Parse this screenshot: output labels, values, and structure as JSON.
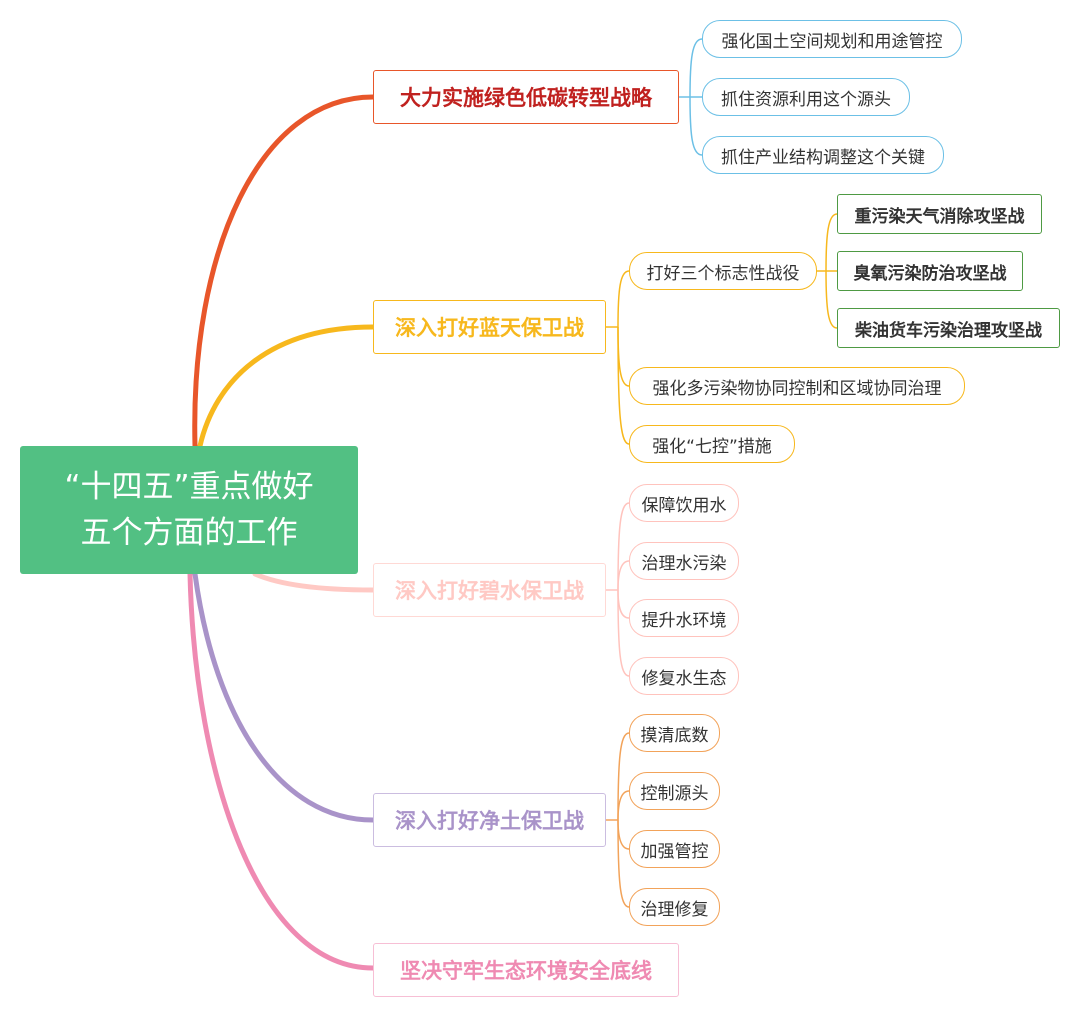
{
  "root": {
    "line1": "“十四五”重点做好",
    "line2": "五个方面的工作"
  },
  "colors": {
    "root": "#52c083",
    "green_lowcarbon": "#e8562a",
    "green_lowcarbon_text": "#c0211f",
    "blue_sky": "#f7b81d",
    "clear_water": "#ffc9c4",
    "clean_soil": "#a993c9",
    "ecology": "#ef8ab2",
    "sub_lowcarbon": "#6cc0e6",
    "sub_water": "#ffc3bd",
    "sub_soil": "#f2a35a",
    "battle_leaf": "#4e9a43"
  },
  "branches": {
    "green_lowcarbon": {
      "label": "大力实施绿色低碳转型战略",
      "items": [
        "强化国土空间规划和用途管控",
        "抓住资源利用这个源头",
        "抓住产业结构调整这个关键"
      ]
    },
    "blue_sky": {
      "label": "深入打好蓝天保卫战",
      "battles": {
        "label": "打好三个标志性战役",
        "items": [
          "重污染天气消除攻坚战",
          "臭氧污染防治攻坚战",
          "柴油货车污染治理攻坚战"
        ]
      },
      "items": [
        "强化多污染物协同控制和区域协同治理",
        "强化“七控”措施"
      ]
    },
    "clear_water": {
      "label": "深入打好碧水保卫战",
      "items": [
        "保障饮用水",
        "治理水污染",
        "提升水环境",
        "修复水生态"
      ]
    },
    "clean_soil": {
      "label": "深入打好净土保卫战",
      "items": [
        "摸清底数",
        "控制源头",
        "加强管控",
        "治理修复"
      ]
    },
    "ecology": {
      "label": "坚决守牢生态环境安全底线"
    }
  }
}
